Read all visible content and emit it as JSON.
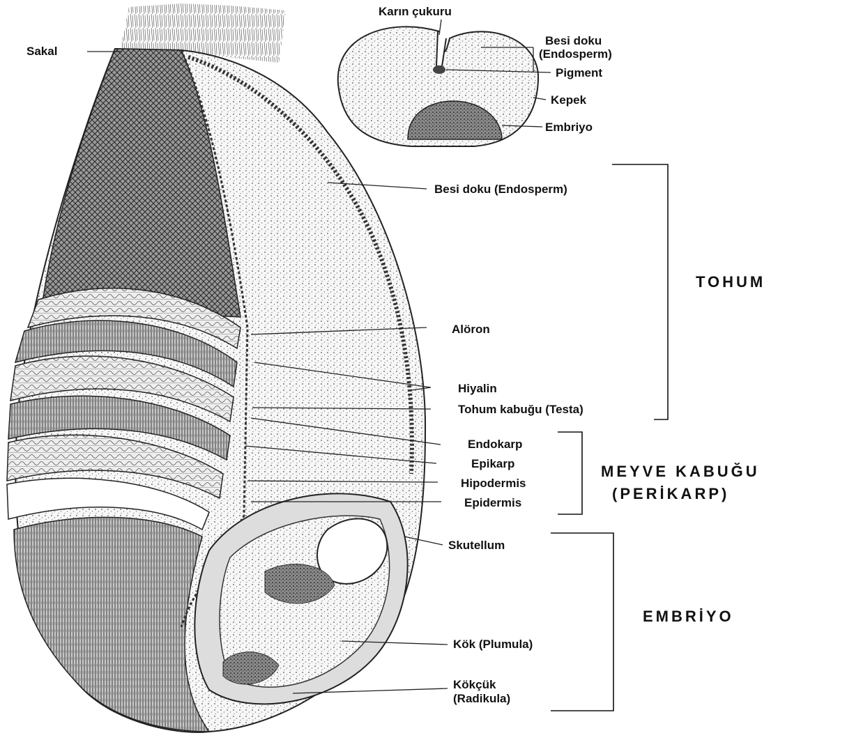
{
  "cross_section": {
    "labels": {
      "karin_cukuru": "Karın çukuru",
      "besi_doku_1": "Besi doku",
      "besi_doku_2": "(Endosperm)",
      "pigment": "Pigment",
      "kepek": "Kepek",
      "embriyo": "Embriyo"
    }
  },
  "longitudinal": {
    "labels": {
      "sakal": "Sakal",
      "besi_doku": "Besi doku (Endosperm)",
      "aloron": "Alöron",
      "hiyalin": "Hiyalin",
      "tohum_kabugu": "Tohum kabuğu (Testa)",
      "endokarp": "Endokarp",
      "epikarp": "Epikarp",
      "hipodermis": "Hipodermis",
      "epidermis": "Epidermis",
      "skutellum": "Skutellum",
      "kok": "Kök (Plumula)",
      "kokcuk_1": "Kökçük",
      "kokcuk_2": "(Radikula)"
    }
  },
  "groups": {
    "tohum": "TOHUM",
    "meyve_1": "MEYVE KABUĞU",
    "meyve_2": "(PERİKARP)",
    "embriyo": "EMBRİYO"
  }
}
